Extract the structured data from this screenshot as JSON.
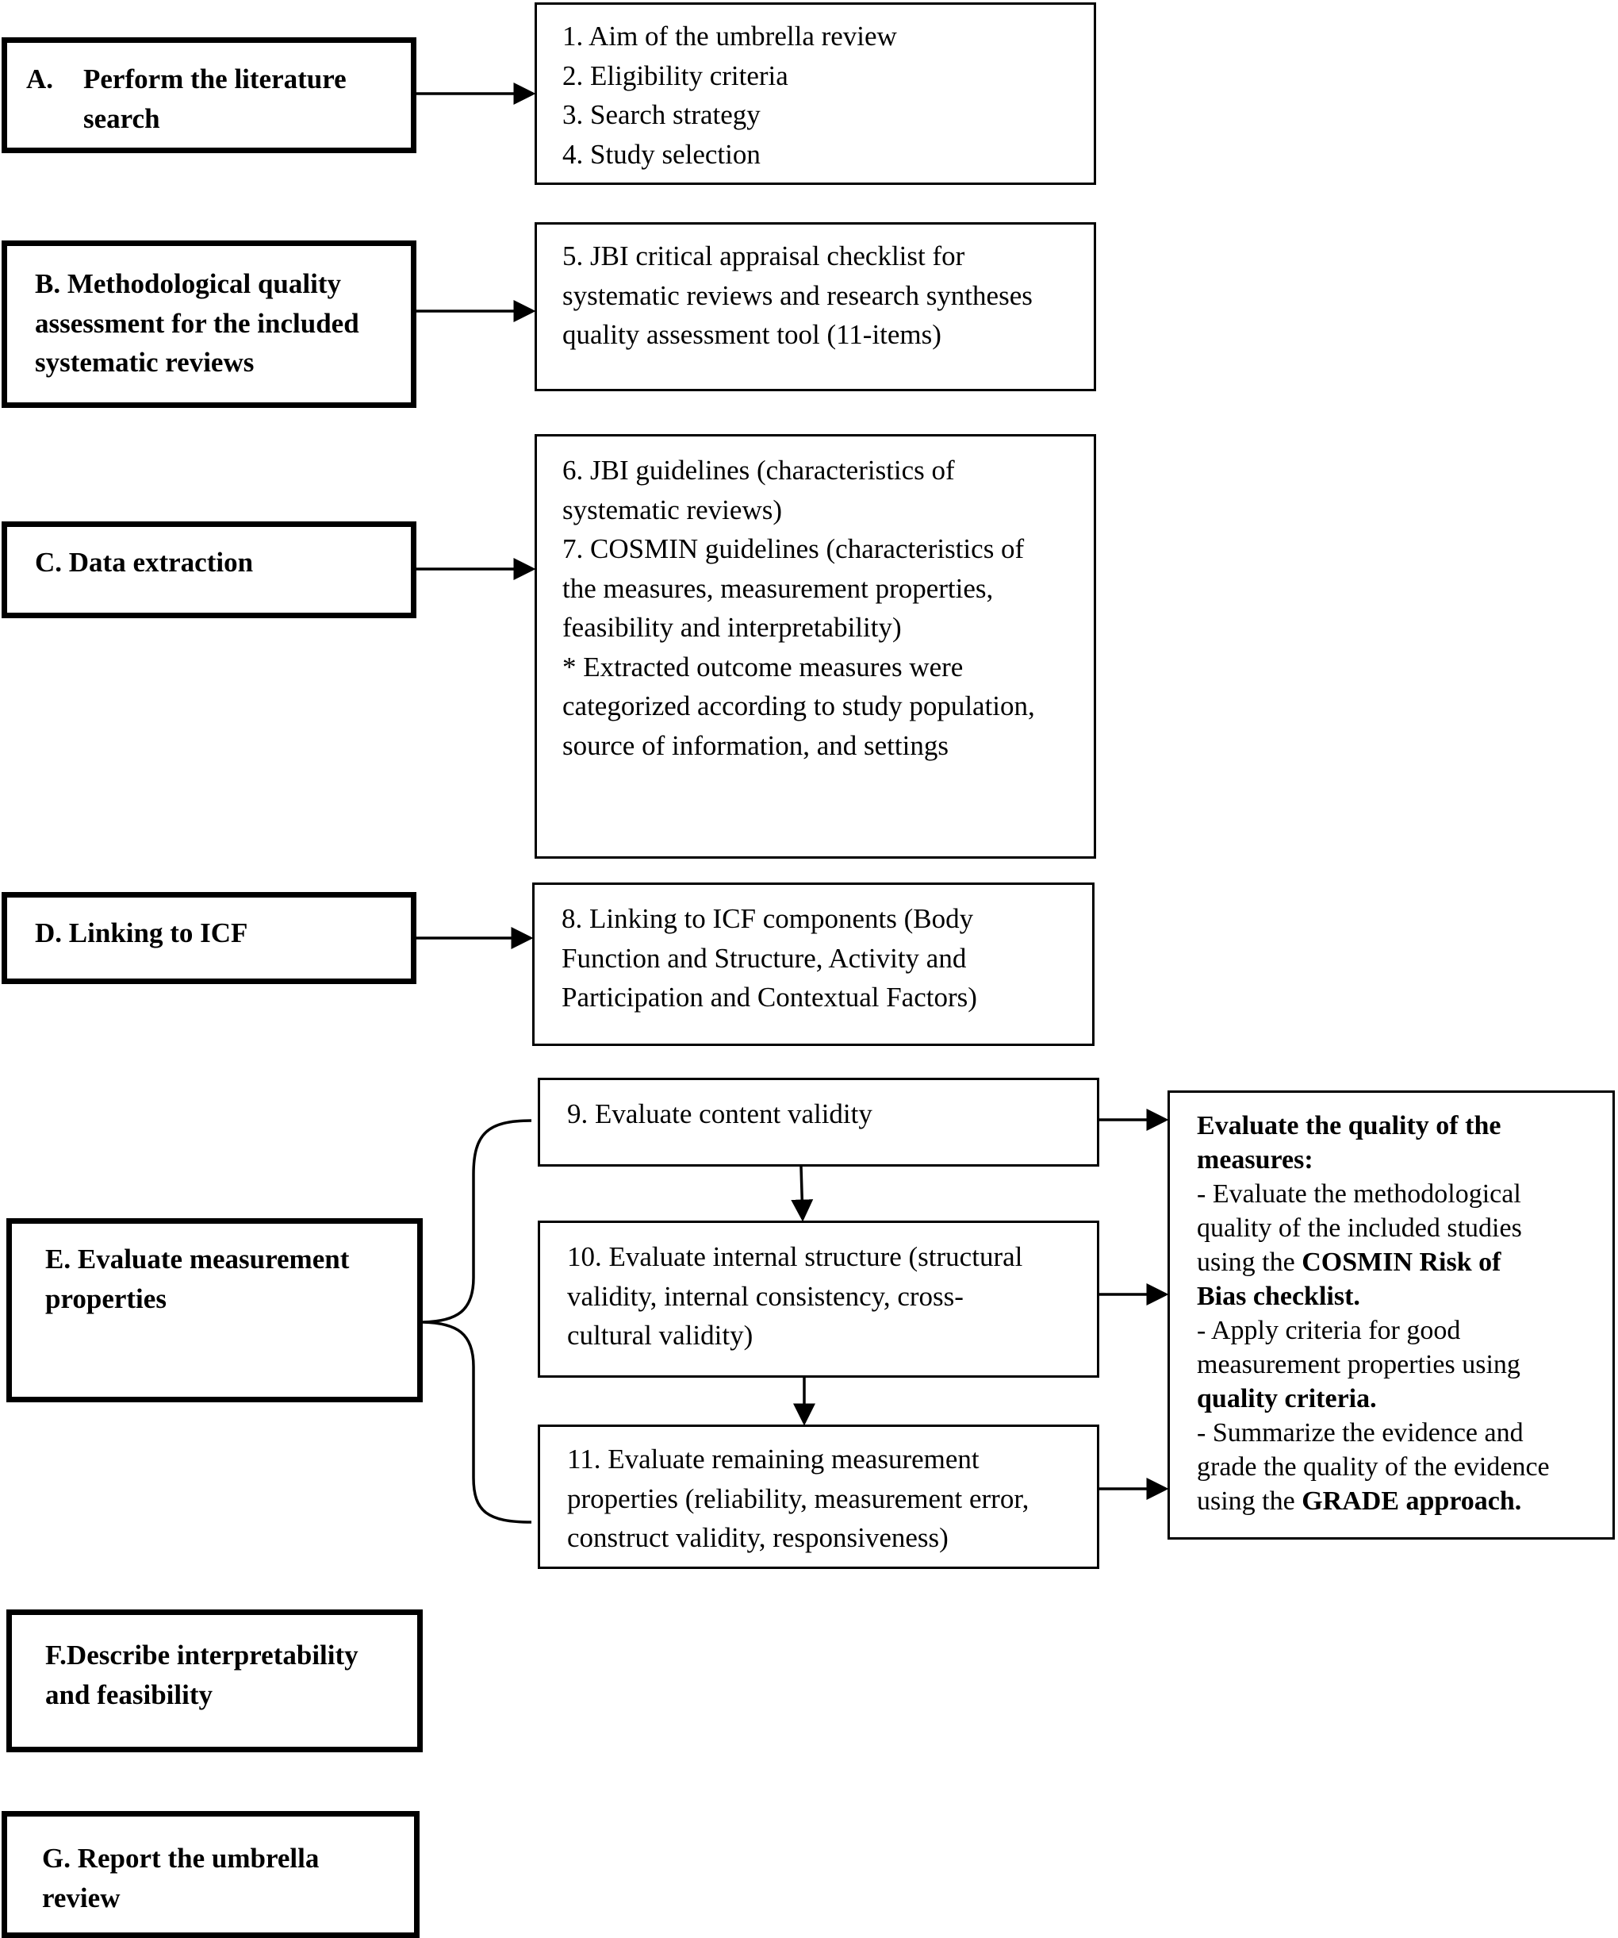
{
  "steps": {
    "A": {
      "letter": "A.",
      "lines": [
        "Perform the literature",
        "search"
      ]
    },
    "B": {
      "letter": "B.",
      "lines": [
        "Methodological quality",
        "assessment for the included",
        "systematic reviews"
      ]
    },
    "C": {
      "letter": "C.",
      "lines": [
        "Data extraction"
      ]
    },
    "D": {
      "letter": "D.",
      "lines": [
        "Linking to ICF"
      ]
    },
    "E": {
      "letter": "E.",
      "lines": [
        "Evaluate measurement",
        "properties"
      ]
    },
    "F": {
      "letter": "F.",
      "lines": [
        "Describe interpretability",
        "and feasibility"
      ]
    },
    "G": {
      "letter": "G.",
      "lines": [
        "Report the umbrella",
        "review"
      ]
    }
  },
  "details": {
    "A": [
      "1. Aim of the umbrella review",
      "2. Eligibility criteria",
      "3. Search strategy",
      "4. Study selection"
    ],
    "B": [
      "5. JBI critical appraisal checklist for",
      "systematic reviews and research syntheses",
      "quality assessment tool (11-items)"
    ],
    "C": [
      "6. JBI guidelines (characteristics of",
      "systematic reviews)",
      "7. COSMIN guidelines (characteristics of",
      "the measures, measurement properties,",
      "feasibility and interpretability)",
      "* Extracted outcome measures were",
      "categorized according to study population,",
      "source of information, and settings"
    ],
    "D": [
      "8. Linking to ICF components (Body",
      "Function and Structure, Activity and",
      "Participation and Contextual Factors)"
    ],
    "E9": [
      "9. Evaluate content validity"
    ],
    "E10": [
      "10. Evaluate internal structure (structural",
      "validity, internal consistency, cross-",
      "cultural validity)"
    ],
    "E11": [
      "11. Evaluate remaining measurement",
      "properties (reliability, measurement error,",
      "construct validity, responsiveness)"
    ]
  },
  "quality": {
    "heading_1": "Evaluate the quality of the",
    "heading_2": "measures:",
    "b1_l1": "- Evaluate the methodological",
    "b1_l2": "quality of the included studies",
    "b1_l3_pre": "using the ",
    "b1_l3_bold": "COSMIN Risk of",
    "b1_l4_bold": "Bias checklist.",
    "b2_l1": "- Apply criteria for good",
    "b2_l2": "measurement properties using",
    "b2_l3_bold": "quality criteria.",
    "b3_l1": "- Summarize the evidence and",
    "b3_l2": "grade the quality of the evidence",
    "b3_l3_pre": "using the ",
    "b3_l3_bold": "GRADE approach."
  }
}
